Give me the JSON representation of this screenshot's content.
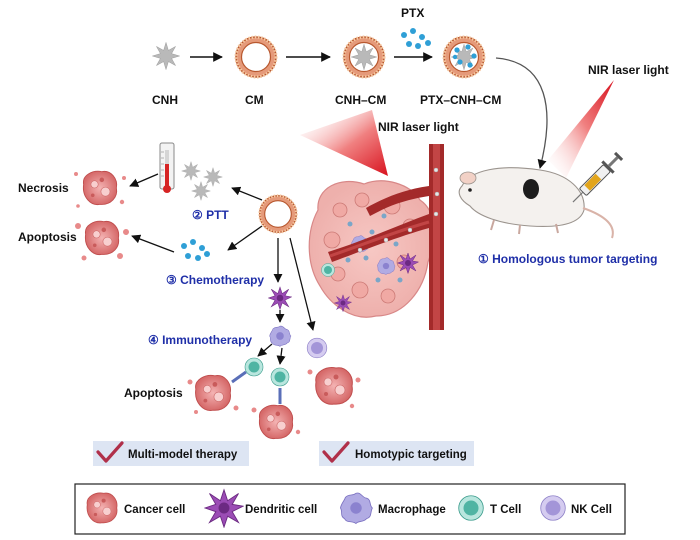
{
  "top_row": {
    "cnh": "CNH",
    "cm": "CM",
    "cnh_cm": "CNH–CM",
    "ptx": "PTX",
    "ptx_cnh_cm": "PTX–CNH–CM"
  },
  "laser": {
    "left": "NIR laser light",
    "right": "NIR laser light"
  },
  "outcomes": {
    "necrosis": "Necrosis",
    "apoptosis_top": "Apoptosis",
    "apoptosis_bottom": "Apoptosis"
  },
  "therapies": {
    "ptt": "② PTT",
    "chemo": "③ Chemotherapy",
    "immuno": "④ Immunotherapy",
    "targeting": "① Homologous  tumor targeting"
  },
  "badges": {
    "multi": "Multi-model therapy",
    "homotypic": "Homotypic targeting"
  },
  "legend": {
    "cancer": "Cancer cell",
    "dendritic": "Dendritic cell",
    "macrophage": "Macrophage",
    "tcell": "T Cell",
    "nkcell": "NK Cell"
  },
  "colors": {
    "accent_blue": "#1f2fa8",
    "check": "#b0304a",
    "badge_bg": "#dde5f3",
    "vessel": "#a32a2a",
    "laser": "#e0202a",
    "cancer": "#e88a8a",
    "dendritic": "#8a3aa0",
    "macrophage": "#9a92d6",
    "tcell": "#5fc3b3",
    "nkcell": "#b7a8e0"
  }
}
